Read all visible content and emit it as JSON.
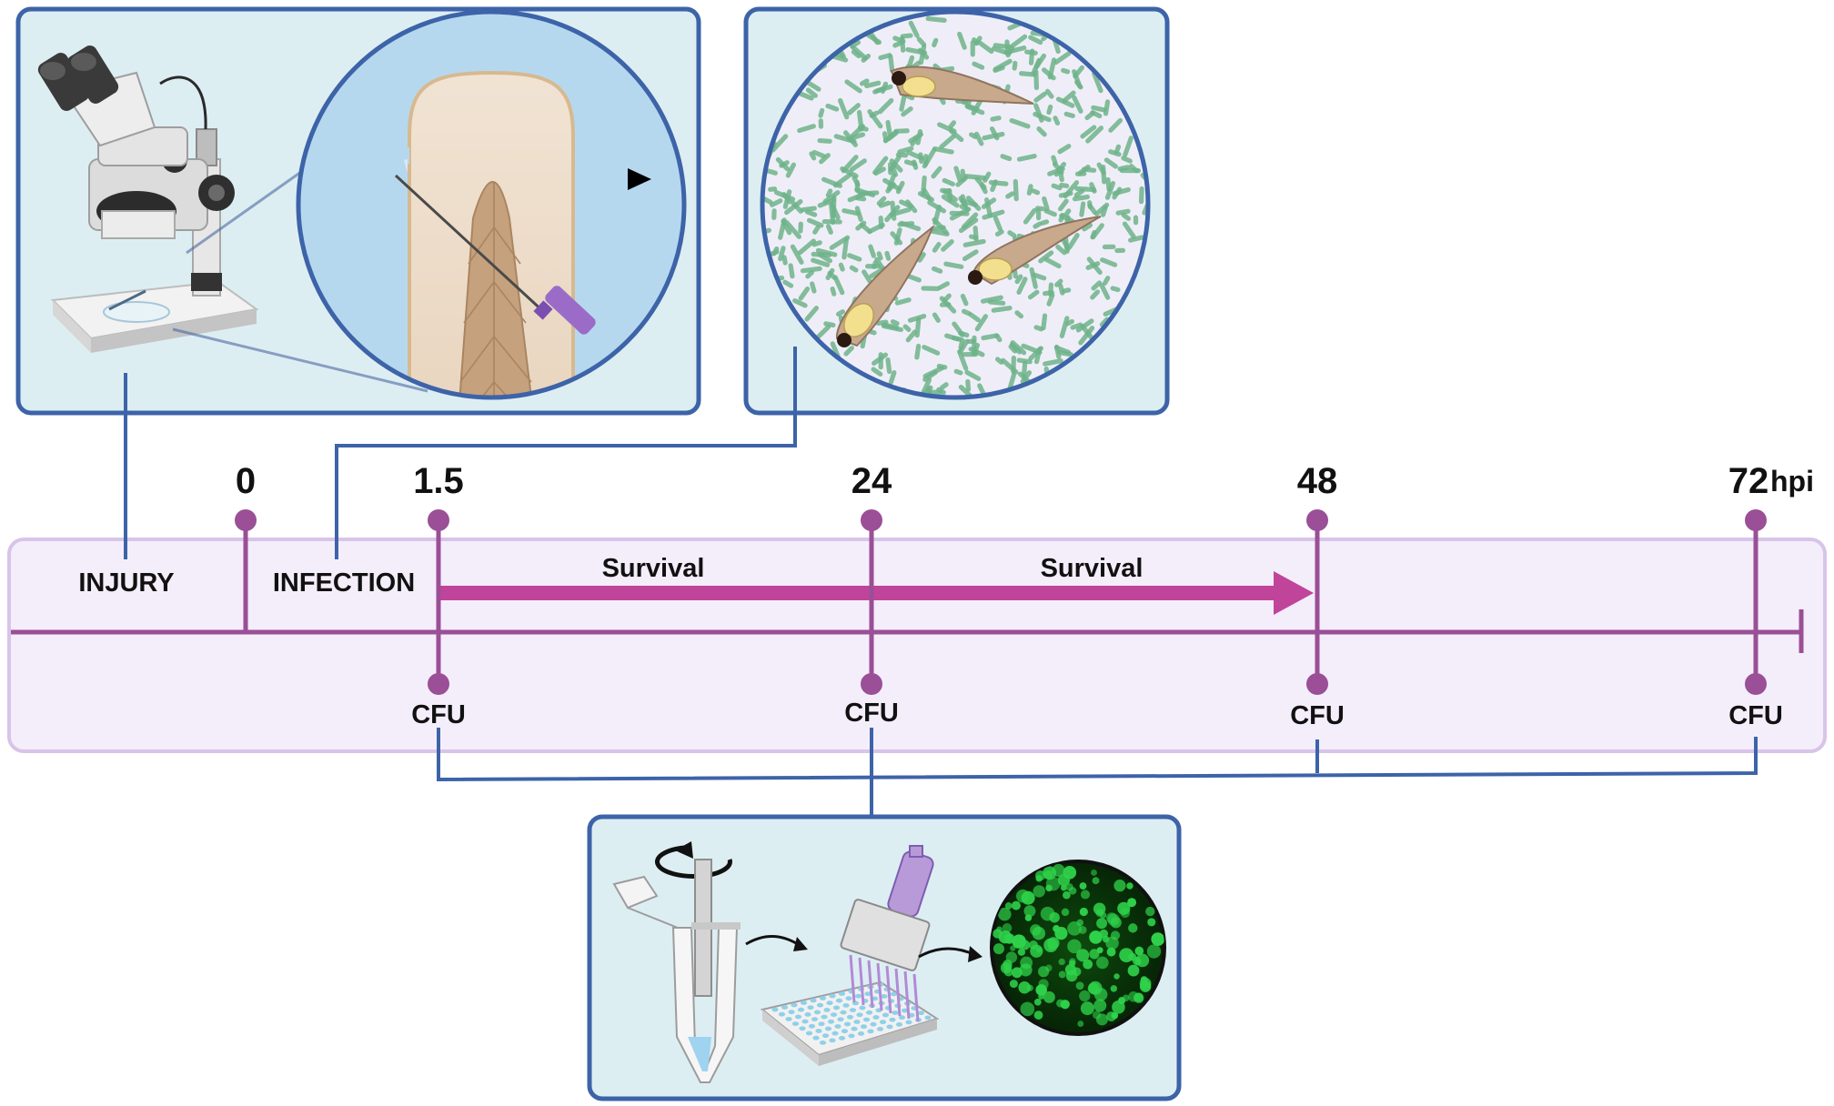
{
  "timeline": {
    "ticks": [
      {
        "value": "0",
        "name": "tick-0"
      },
      {
        "value": "1.5",
        "name": "tick-1-5"
      },
      {
        "value": "24",
        "name": "tick-24"
      },
      {
        "value": "48",
        "name": "tick-48"
      },
      {
        "value": "72",
        "name": "tick-72"
      }
    ],
    "unit": "hpi",
    "injury_label": "INJURY",
    "infection_label": "INFECTION",
    "survival_label_1": "Survival",
    "survival_label_2": "Survival",
    "cfu_labels": [
      "CFU",
      "CFU",
      "CFU",
      "CFU"
    ]
  },
  "colors": {
    "panel_fill": "#ddeef3",
    "panel_border": "#3d63a8",
    "timeline_bg": "#f4eefb",
    "timeline_border": "#d8c4e8",
    "axis": "#9a4f96",
    "arrow": "#c0449a",
    "connector": "#3d63a8",
    "bacteria": "#6fb38a",
    "colony_plate": "#0b3b0b",
    "colony": "#2fd24a"
  },
  "icons": {
    "microscope": "stereo-microscope-icon",
    "fin": "zebrafish-fin-amputation-icon",
    "bacteria": "bacteria-bath-icon",
    "tube": "microcentrifuge-tube-icon",
    "pipette": "multichannel-pipette-icon",
    "plate": "96-well-plate-icon",
    "colonies": "colony-plate-icon"
  }
}
